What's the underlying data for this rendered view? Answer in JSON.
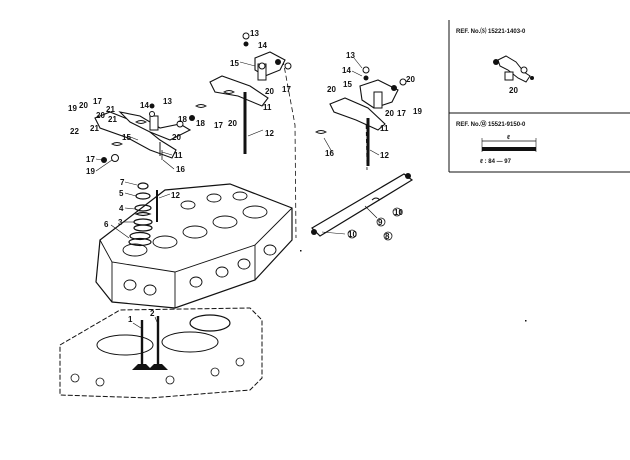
{
  "main_labels": {
    "n1": "1",
    "n2": "2",
    "n3": "3",
    "n4": "4",
    "n5": "5",
    "n6": "6",
    "n7": "7",
    "n8": "8",
    "n9": "9",
    "n10": "10",
    "n11": "11",
    "n12": "12",
    "n13": "13",
    "n14": "14",
    "n15": "15",
    "n16": "16",
    "n17": "17",
    "n18": "18",
    "n19": "19",
    "n20": "20",
    "n21": "21",
    "n22": "22"
  },
  "ref_panel_1": {
    "ref_text": "REF. No.⒮ 15221-1403-0",
    "part_label": "20"
  },
  "ref_panel_2": {
    "ref_text": "REF. No.⑫ 15521-9150-0",
    "length_label": "ℓ",
    "spec_text": "ℓ : 84 — 97"
  }
}
